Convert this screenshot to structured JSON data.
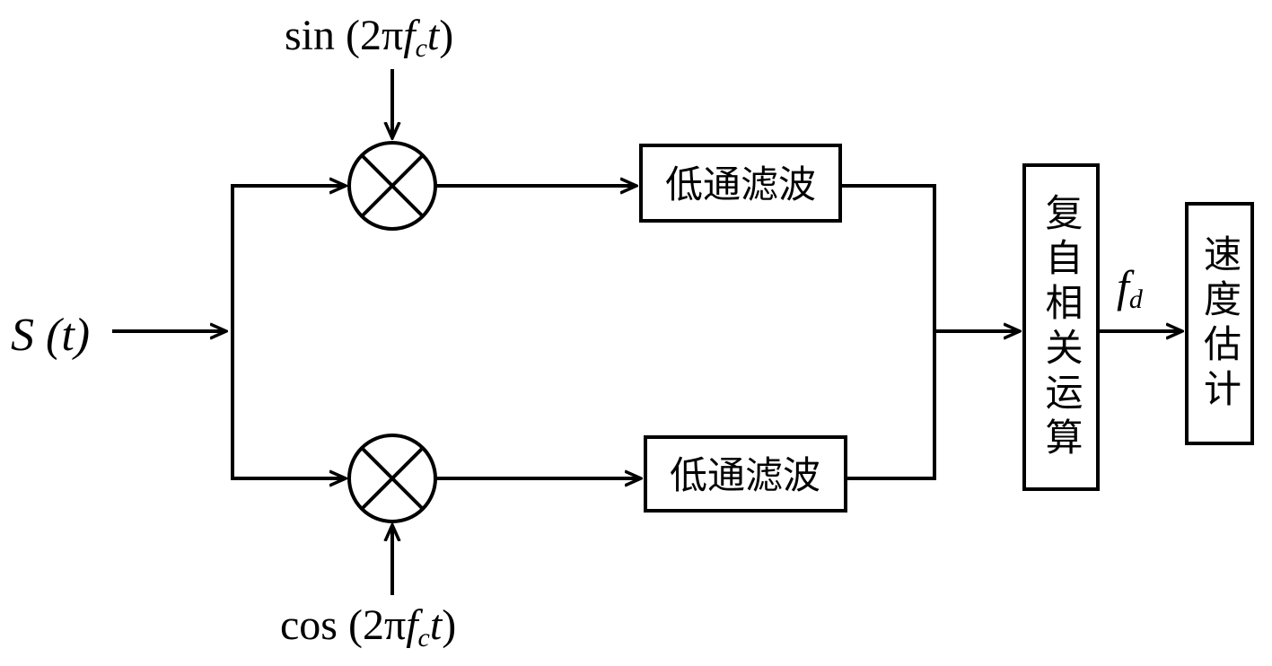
{
  "inputs": {
    "signal": "S (t)",
    "carrier_sin": {
      "prefix": "sin (2π",
      "f": "f",
      "sub": "c",
      "t": "t",
      "suffix": ")"
    },
    "carrier_cos": {
      "prefix": "cos (2π",
      "f": "f",
      "sub": "c",
      "t": "t",
      "suffix": ")"
    }
  },
  "blocks": {
    "lpf_top": "低通滤波",
    "lpf_bottom": "低通滤波",
    "autocorrelation": "复自相关运算",
    "speed_estimation": "速度估计"
  },
  "output_label": {
    "f": "f",
    "sub": "d"
  },
  "icons": {
    "mixer": "multiplier-circle-x-icon",
    "arrow": "arrowhead-icon"
  },
  "colors": {
    "line": "#000000",
    "background": "#ffffff"
  }
}
